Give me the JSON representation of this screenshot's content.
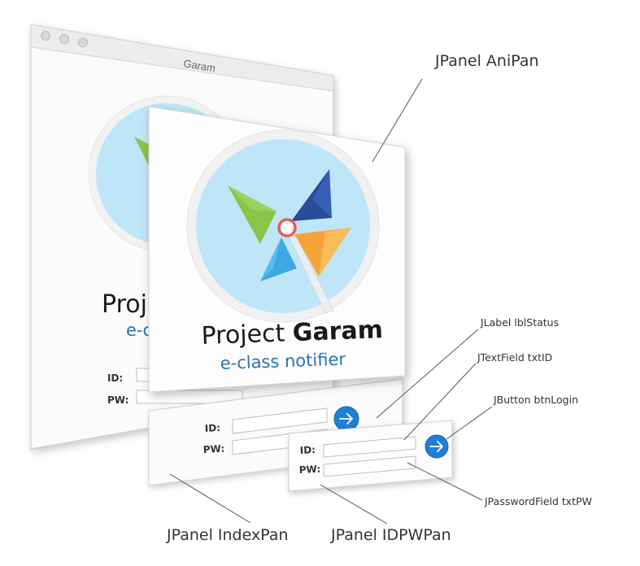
{
  "window": {
    "title": "Garam"
  },
  "branding": {
    "project_word": "Project",
    "project_name": "Garam",
    "tagline": "e-class notifier"
  },
  "form": {
    "id_label": "ID:",
    "pw_label": "PW:"
  },
  "callouts": {
    "anipan": "JPanel AniPan",
    "lbl_status": "JLabel lblStatus",
    "txt_id": "JTextField txtID",
    "btn_login": "JButton btnLogin",
    "txt_pw": "JPasswordField txtPW",
    "index_pan": "JPanel IndexPan",
    "idpw_pan": "JPanel IDPWPan"
  },
  "colors": {
    "accent_blue": "#2b72b3",
    "button_blue": "#1f7fd6",
    "logo_circle": "#bfe6f8",
    "blade_green": "#8cc34a",
    "blade_navy": "#2a4a9a",
    "blade_orange": "#f6a43a",
    "blade_blue": "#3fa6e6"
  },
  "icons": {
    "login_button": "arrow-right-icon",
    "logo": "pinwheel-logo"
  }
}
